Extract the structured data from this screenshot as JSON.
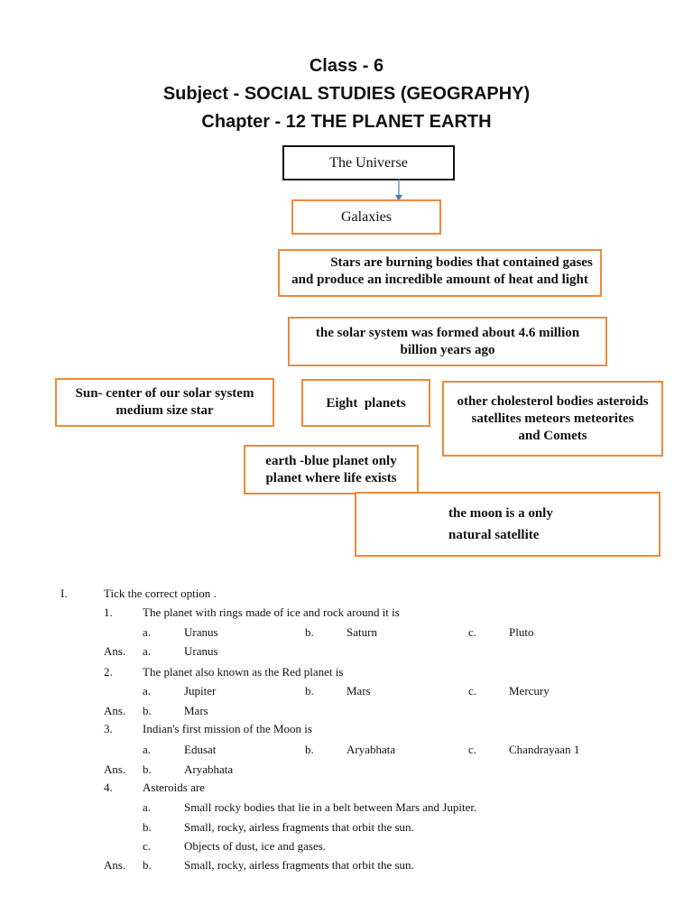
{
  "header": {
    "class_line": "Class - 6",
    "subject_line": "Subject - SOCIAL STUDIES (GEOGRAPHY)",
    "chapter_line": "Chapter - 12 THE PLANET EARTH"
  },
  "diagram": {
    "universe": "The Universe",
    "galaxies": "Galaxies",
    "stars": "Stars are burning bodies that contained gases and produce an incredible amount of heat and light",
    "solar_system": "the solar system was formed about 4.6 million billion years ago",
    "sun": "Sun- center of our solar system medium size star",
    "planets": "Eight  planets",
    "other_bodies": "other cholesterol bodies asteroids satellites meteors meteorites     and Comets",
    "earth": "earth -blue planet only planet where life exists",
    "moon": "the moon is a only natural satellite"
  },
  "exercise": {
    "number": "I.",
    "instruction": "Tick the correct option .",
    "ans_label": "Ans.",
    "questions": [
      {
        "num": "1.",
        "text": "The planet with rings made of ice and rock around it is",
        "options": [
          {
            "letter": "a.",
            "text": "Uranus"
          },
          {
            "letter": "b.",
            "text": "Saturn"
          },
          {
            "letter": "c.",
            "text": "Pluto"
          }
        ],
        "answer": {
          "letter": "a.",
          "text": "Uranus"
        }
      },
      {
        "num": "2.",
        "text": "The planet also known as the Red planet is",
        "options": [
          {
            "letter": "a.",
            "text": "Jupiter"
          },
          {
            "letter": "b.",
            "text": "Mars"
          },
          {
            "letter": "c.",
            "text": "Mercury"
          }
        ],
        "answer": {
          "letter": "b.",
          "text": "Mars"
        }
      },
      {
        "num": "3.",
        "text": "Indian's first mission of the Moon is",
        "options": [
          {
            "letter": "a.",
            "text": "Edusat"
          },
          {
            "letter": "b.",
            "text": "Aryabhata"
          },
          {
            "letter": "c.",
            "text": "Chandrayaan 1"
          }
        ],
        "answer": {
          "letter": "b.",
          "text": "Aryabhata"
        }
      },
      {
        "num": "4.",
        "text": "Asteroids are",
        "options": [
          {
            "letter": "a.",
            "text": "Small rocky bodies that lie in a belt between Mars and Jupiter."
          },
          {
            "letter": "b.",
            "text": "Small, rocky, airless fragments that orbit the sun."
          },
          {
            "letter": "c.",
            "text": "Objects of dust, ice and gases."
          }
        ],
        "answer": {
          "letter": "b.",
          "text": "Small, rocky, airless fragments that orbit the sun."
        }
      }
    ]
  }
}
